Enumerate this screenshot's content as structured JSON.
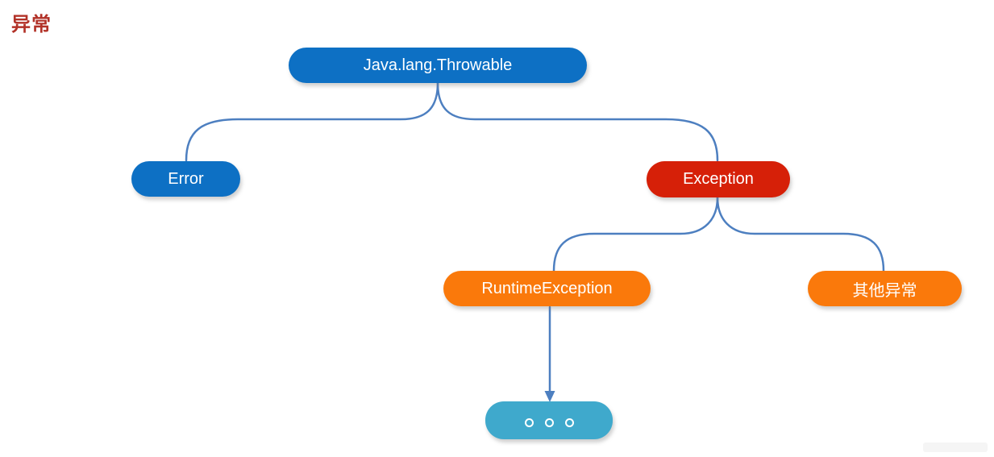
{
  "title": {
    "text": "异常",
    "color": "#b23228"
  },
  "diagram": {
    "nodes": {
      "throwable": {
        "label": "Java.lang.Throwable",
        "color": "#0d70c4"
      },
      "error": {
        "label": "Error",
        "color": "#0d70c4"
      },
      "exception": {
        "label": "Exception",
        "color": "#d62008"
      },
      "runtime_exception": {
        "label": "RuntimeException",
        "color": "#fa790b"
      },
      "other_exception": {
        "label": "其他异常",
        "color": "#fa790b"
      },
      "ellipsis": {
        "label": "",
        "color": "#3fa9cc",
        "icon": "ellipsis-dots-icon",
        "dot_count": 3
      }
    },
    "edges": [
      {
        "from": "throwable",
        "to": "error",
        "style": "curve"
      },
      {
        "from": "throwable",
        "to": "exception",
        "style": "curve"
      },
      {
        "from": "exception",
        "to": "runtime_exception",
        "style": "curve"
      },
      {
        "from": "exception",
        "to": "other_exception",
        "style": "curve"
      },
      {
        "from": "runtime_exception",
        "to": "ellipsis",
        "style": "arrow"
      }
    ],
    "connector_color": "#4d7fc0",
    "node_text_color": "#ffffff"
  }
}
